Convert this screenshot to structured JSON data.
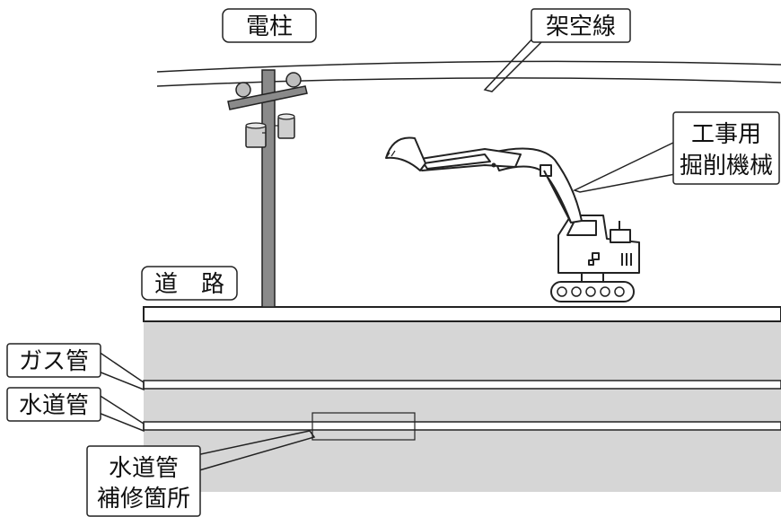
{
  "labels": {
    "utility_pole": "電柱",
    "overhead_wire": "架空線",
    "machine_line1": "工事用",
    "machine_line2": "掘削機械",
    "road": "道　路",
    "gas_pipe": "ガス管",
    "water_pipe": "水道管",
    "repair_line1": "水道管",
    "repair_line2": "補修箇所"
  },
  "colors": {
    "ground": "#d6d6d6",
    "pole": "#8a8a8a",
    "outline": "#222222",
    "background": "#ffffff"
  }
}
